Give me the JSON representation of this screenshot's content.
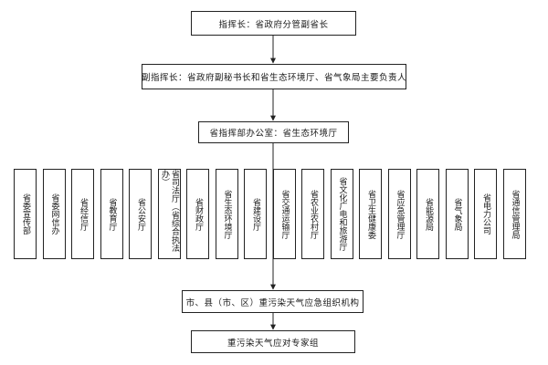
{
  "commander": "指挥长：省政府分管副省长",
  "deputy": "副指挥长：省政府副秘书长和省生态环境厅、省气象局主要负责人",
  "office": "省指挥部办公室：省生态环境厅",
  "members": [
    "省委宣传部",
    "省委网信办",
    "省经信厅",
    "省教育厅",
    "省公安厅",
    "省司法厅（省综合执法办）",
    "省财政厅",
    "省生态环境厅",
    "省建设厅",
    "省交通运输厅",
    "省农业农村厅",
    "省文化广电和旅游厅",
    "省卫生健康委",
    "省应急管理厅",
    "省能源局",
    "省气象局",
    "省电力公司",
    "省通信管理局"
  ],
  "city_org": "市、县（市、区）重污染天气应急组织机构",
  "expert_group": "重污染天气应对专家组",
  "colors": {
    "line": "#222222",
    "box_border": "#222222",
    "background": "#ffffff"
  }
}
